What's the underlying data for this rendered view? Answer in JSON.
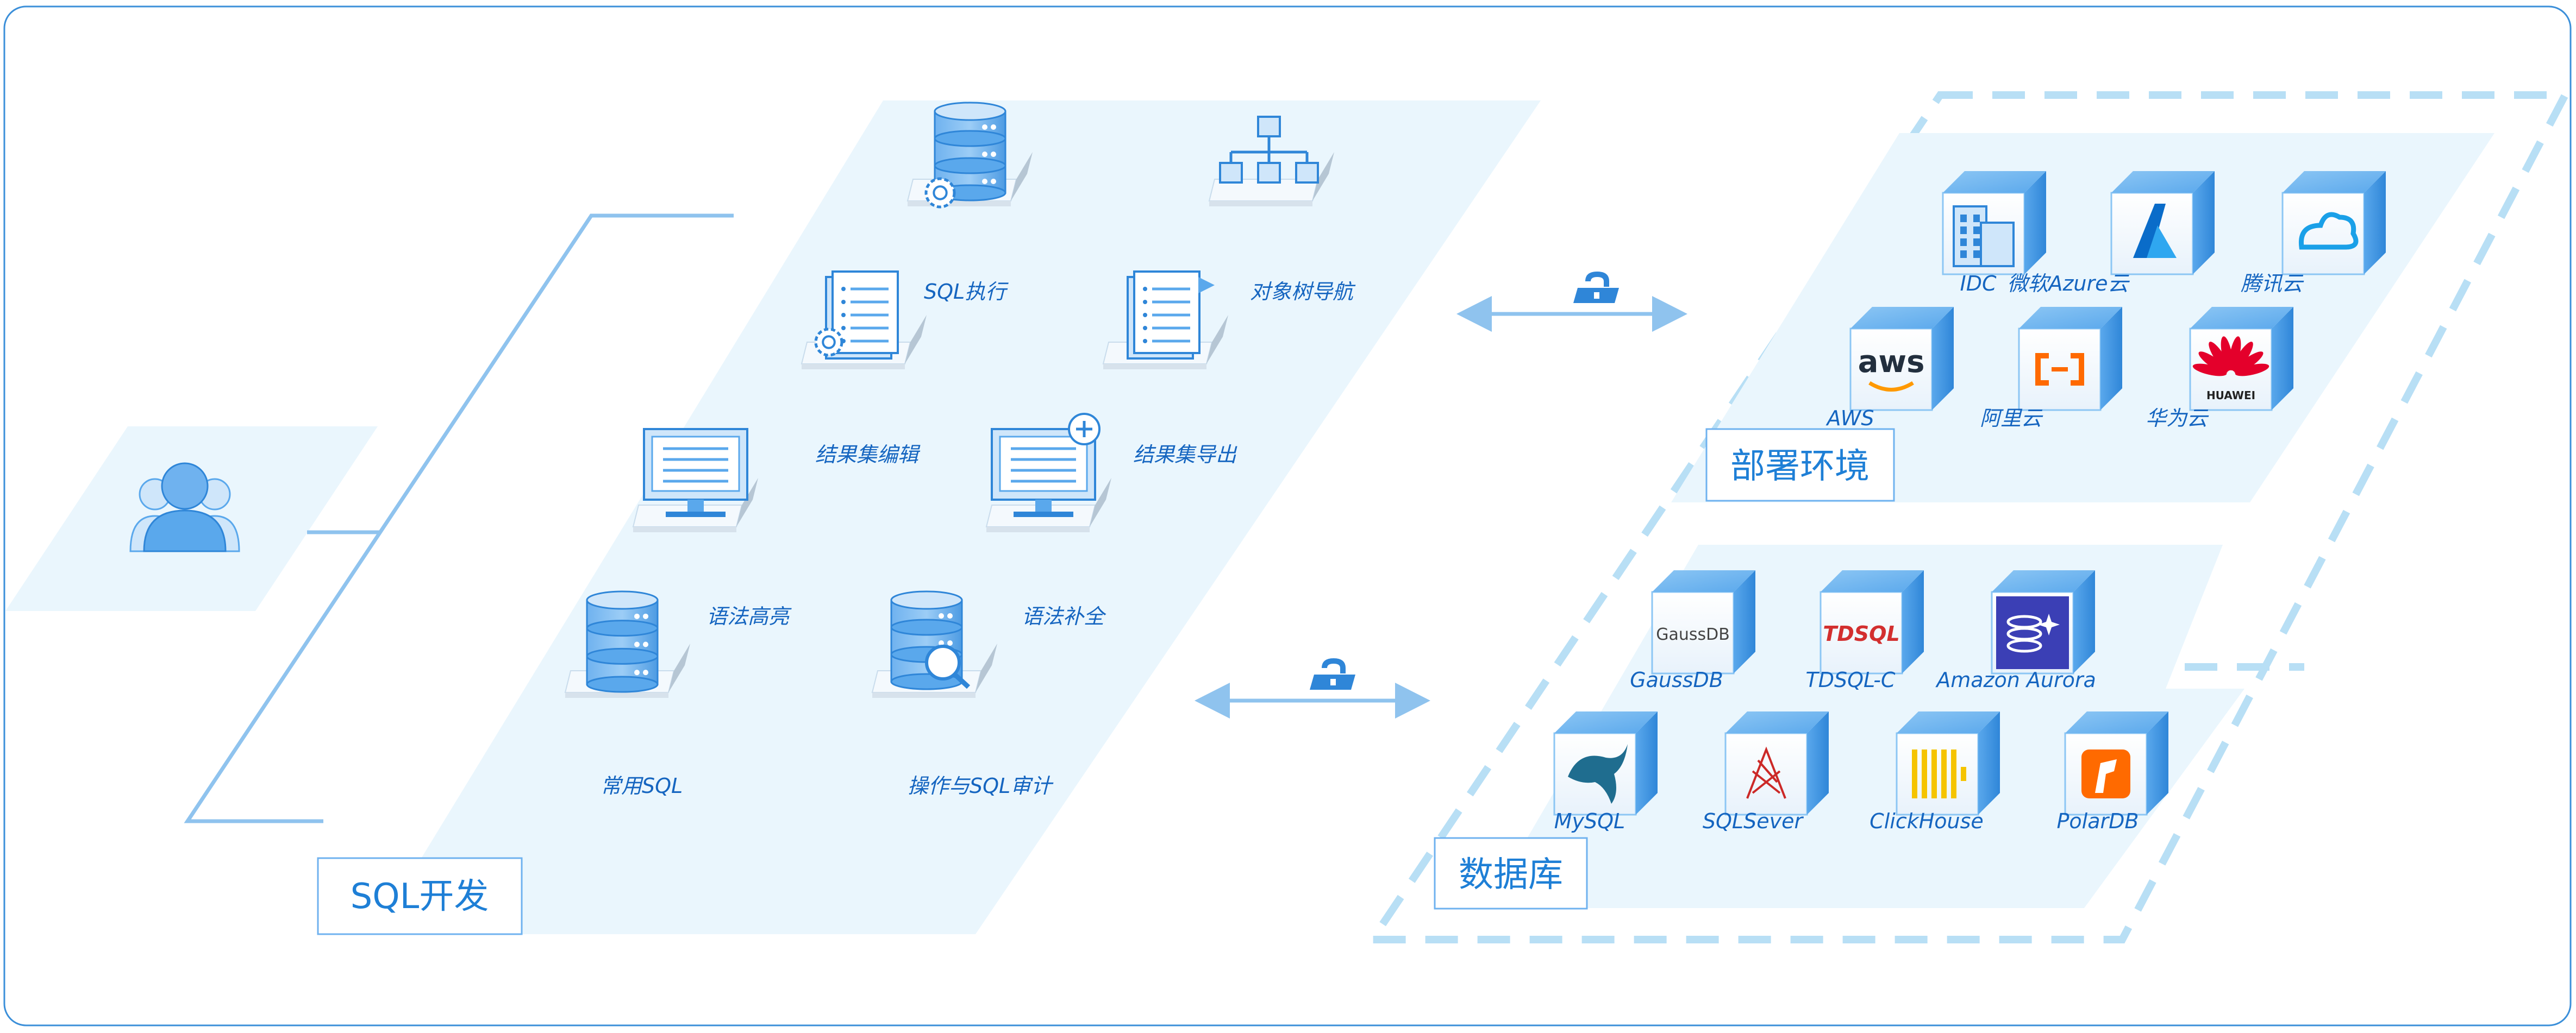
{
  "sql_dev": {
    "title": "SQL开发",
    "features": [
      {
        "label": "SQL执行",
        "icon": "database-gear-icon"
      },
      {
        "label": "对象树导航",
        "icon": "tree-hierarchy-icon"
      },
      {
        "label": "结果集编辑",
        "icon": "document-gear-icon"
      },
      {
        "label": "结果集导出",
        "icon": "document-export-icon"
      },
      {
        "label": "语法高亮",
        "icon": "monitor-text-icon"
      },
      {
        "label": "语法补全",
        "icon": "monitor-plus-icon"
      },
      {
        "label": "常用SQL",
        "icon": "database-icon"
      },
      {
        "label": "操作与SQL审计",
        "icon": "database-search-icon"
      }
    ]
  },
  "user": {
    "icon": "users-group-icon"
  },
  "connectors": {
    "icon": "lock-icon"
  },
  "deploy": {
    "title": "部署环境",
    "items": [
      {
        "label": "IDC",
        "icon": "building-icon"
      },
      {
        "label": "微软Azure云",
        "icon": "azure-logo-icon"
      },
      {
        "label": "腾讯云",
        "icon": "tencent-cloud-icon"
      },
      {
        "label": "AWS",
        "icon": "aws-logo-icon",
        "logo_text": "aws"
      },
      {
        "label": "阿里云",
        "icon": "aliyun-logo-icon"
      },
      {
        "label": "华为云",
        "icon": "huawei-logo-icon",
        "logo_text": "HUAWEI"
      }
    ]
  },
  "database": {
    "title": "数据库",
    "items": [
      {
        "label": "GaussDB",
        "icon": "gaussdb-logo-icon",
        "logo_text": "GaussDB"
      },
      {
        "label": "TDSQL-C",
        "icon": "tdsql-logo-icon",
        "logo_text": "TDSQL"
      },
      {
        "label": "Amazon Aurora",
        "icon": "aurora-logo-icon"
      },
      {
        "label": "MySQL",
        "icon": "mysql-dolphin-icon"
      },
      {
        "label": "SQLSever",
        "icon": "sqlserver-logo-icon"
      },
      {
        "label": "ClickHouse",
        "icon": "clickhouse-logo-icon"
      },
      {
        "label": "PolarDB",
        "icon": "polardb-logo-icon"
      }
    ]
  },
  "colors": {
    "frame": "#3b8fd9",
    "panel": "#eaf6fd",
    "line": "#8fc3ee",
    "icon_blue": "#4a9be6",
    "label": "#1565c0",
    "dash": "#b8dff5"
  }
}
